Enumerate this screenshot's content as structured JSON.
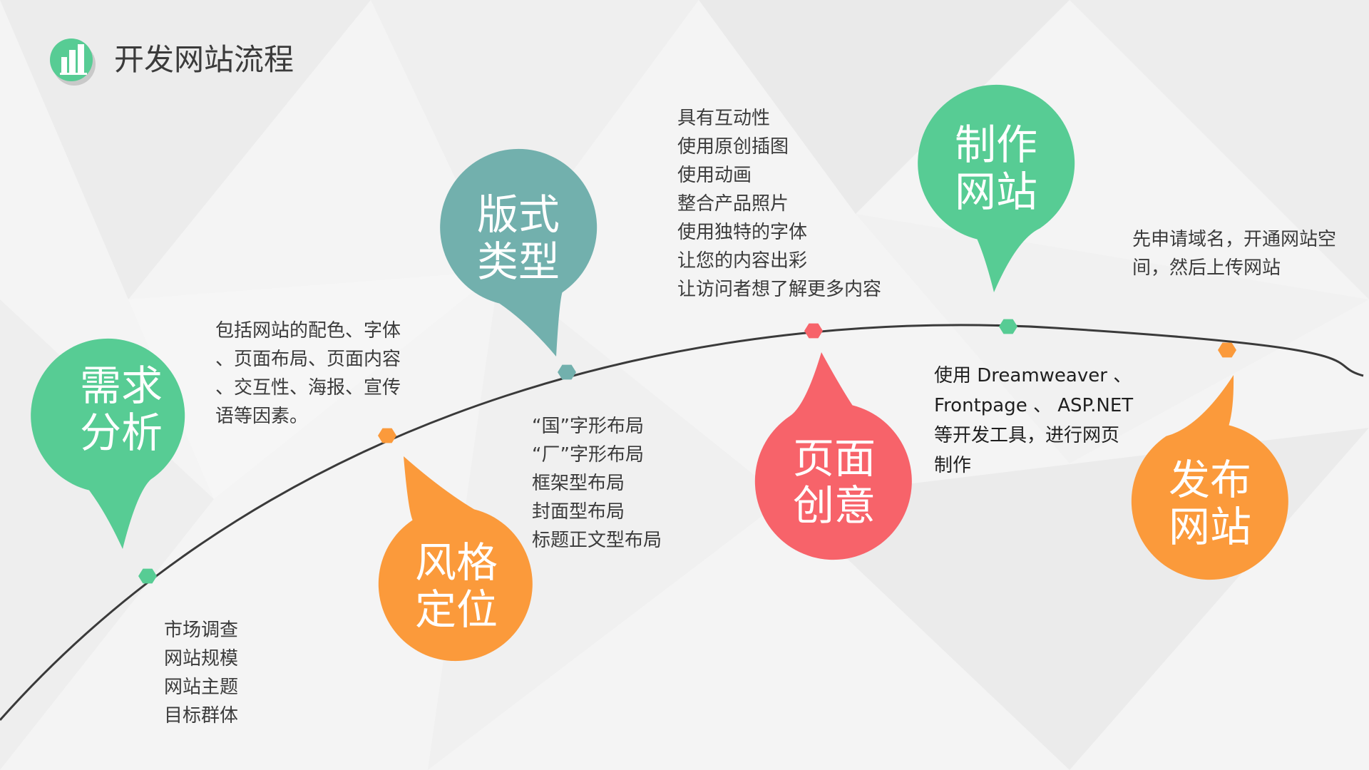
{
  "page": {
    "title": "开发网站流程"
  },
  "colors": {
    "green": "#57cc94",
    "teal": "#72b0ad",
    "orange": "#fb9a3b",
    "red": "#f7636a",
    "curve": "#3a3a3a",
    "text": "#3b3b3b"
  },
  "icons": {
    "logo": "building-chart-icon"
  },
  "steps": [
    {
      "id": "demand",
      "label_lines": [
        "需求",
        "分析"
      ],
      "color": "green",
      "desc_lines": [
        "市场调查",
        "网站规模",
        "网站主题",
        "目标群体"
      ]
    },
    {
      "id": "style",
      "label_lines": [
        "风格",
        "定位"
      ],
      "color": "orange",
      "desc_lines": [
        "包括网站的配色、字体",
        "、页面布局、页面内容",
        "、交互性、海报、宣传",
        "语等因素。"
      ]
    },
    {
      "id": "layout",
      "label_lines": [
        "版式",
        "类型"
      ],
      "color": "teal",
      "desc_lines": [
        "“国”字形布局",
        "“厂”字形布局",
        "框架型布局",
        "封面型布局",
        "标题正文型布局"
      ]
    },
    {
      "id": "creative",
      "label_lines": [
        "页面",
        "创意"
      ],
      "color": "red",
      "desc_lines": [
        "具有互动性",
        "使用原创插图",
        "使用动画",
        "整合产品照片",
        "使用独特的字体",
        "让您的内容出彩",
        "让访问者想了解更多内容"
      ]
    },
    {
      "id": "build",
      "label_lines": [
        "制作",
        "网站"
      ],
      "color": "green",
      "desc_lines": [
        "使用 Dreamweaver 、",
        "Frontpage 、 ASP.NET",
        "等开发工具，进行网页",
        "制作"
      ]
    },
    {
      "id": "publish",
      "label_lines": [
        "发布",
        "网站"
      ],
      "color": "orange",
      "desc_lines": [
        "先申请域名，开通网站空",
        "间，然后上传网站"
      ]
    }
  ]
}
